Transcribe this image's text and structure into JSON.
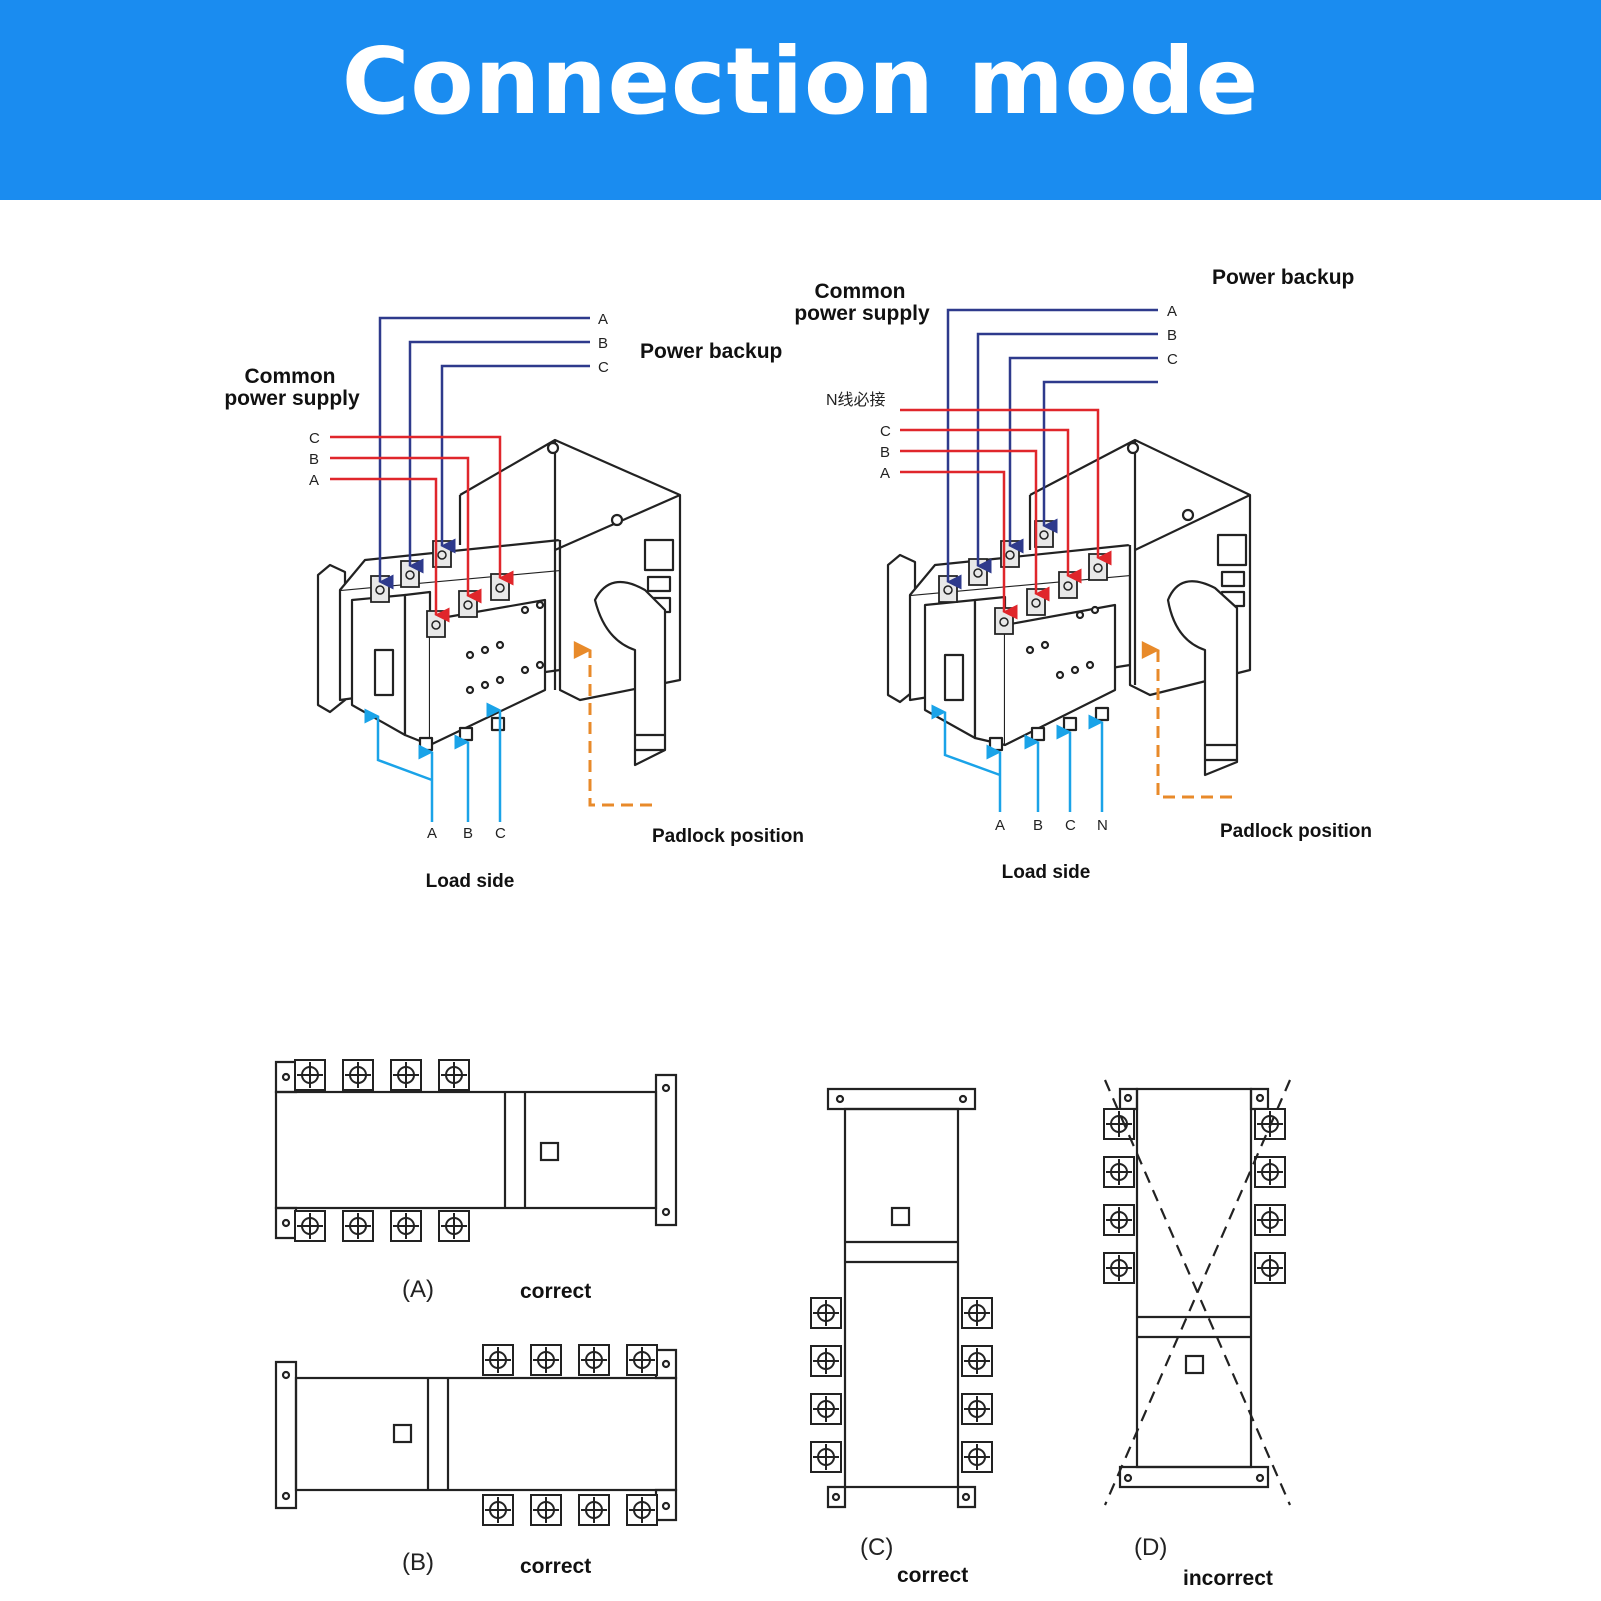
{
  "title": "Connection mode",
  "colors": {
    "header_bg": "#1a8cf0",
    "common_wire": "#2e3a8c",
    "backup_wire": "#e0262b",
    "load_wire": "#1aa3e8",
    "padlock": "#e88a2a"
  },
  "diagram_left": {
    "power_backup": "Power backup",
    "common_line1": "Common",
    "common_line2": "power supply",
    "top_phases": [
      "A",
      "B",
      "C"
    ],
    "side_phases": [
      "C",
      "B",
      "A"
    ],
    "load_phases": [
      "A",
      "B",
      "C"
    ],
    "load_side": "Load side",
    "padlock": "Padlock position"
  },
  "diagram_right": {
    "power_backup": "Power backup",
    "common_line1": "Common",
    "common_line2": "power supply",
    "top_phases": [
      "A",
      "B",
      "C"
    ],
    "n_note": "N线必接",
    "side_phases": [
      "C",
      "B",
      "A"
    ],
    "load_phases": [
      "A",
      "B",
      "C",
      "N"
    ],
    "load_side": "Load side",
    "padlock": "Padlock position"
  },
  "install": {
    "A": {
      "letter": "(A)",
      "status": "correct"
    },
    "B": {
      "letter": "(B)",
      "status": "correct"
    },
    "C": {
      "letter": "(C)",
      "status": "correct"
    },
    "D": {
      "letter": "(D)",
      "status": "incorrect"
    }
  }
}
